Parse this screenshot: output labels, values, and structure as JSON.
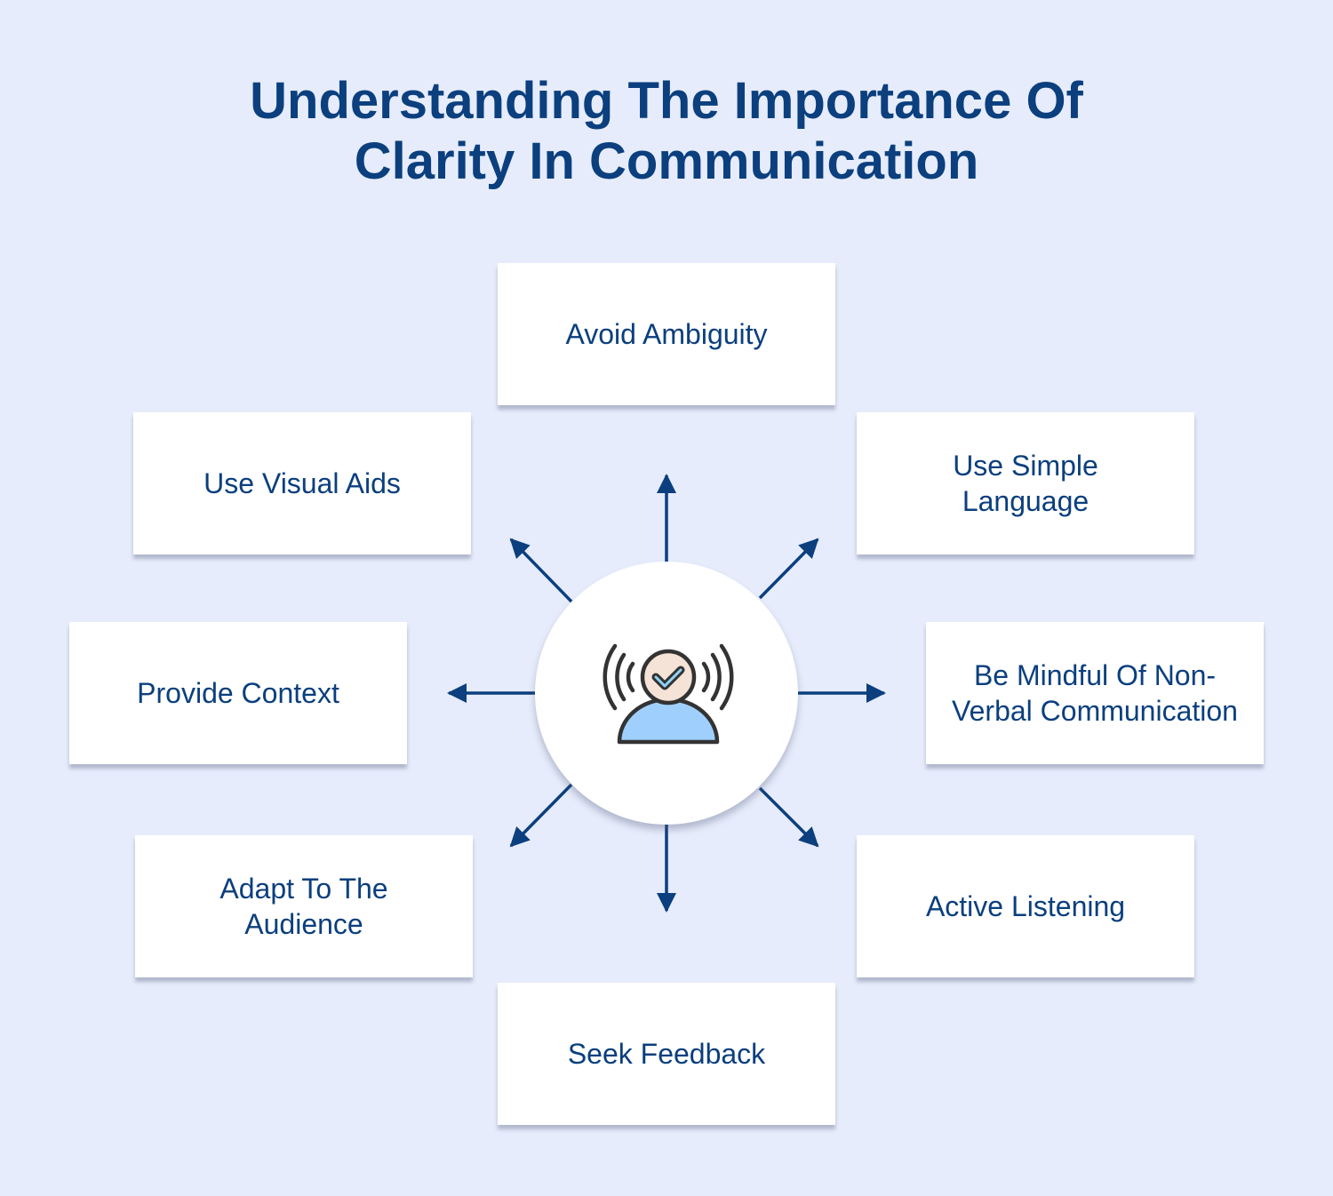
{
  "title": {
    "line1": "Understanding The Importance Of",
    "line2": "Clarity In Communication"
  },
  "center_icon": "speaking-person-check-icon",
  "items": [
    {
      "label": "Avoid Ambiguity"
    },
    {
      "label": "Use Simple Language"
    },
    {
      "label": "Be Mindful Of Non-Verbal Communication"
    },
    {
      "label": "Active Listening"
    },
    {
      "label": "Seek Feedback"
    },
    {
      "label": "Adapt To The Audience"
    },
    {
      "label": "Provide Context"
    },
    {
      "label": "Use Visual Aids"
    }
  ],
  "colors": {
    "background": "#e6ecfb",
    "primary": "#0b3f7e",
    "box": "#ffffff"
  }
}
